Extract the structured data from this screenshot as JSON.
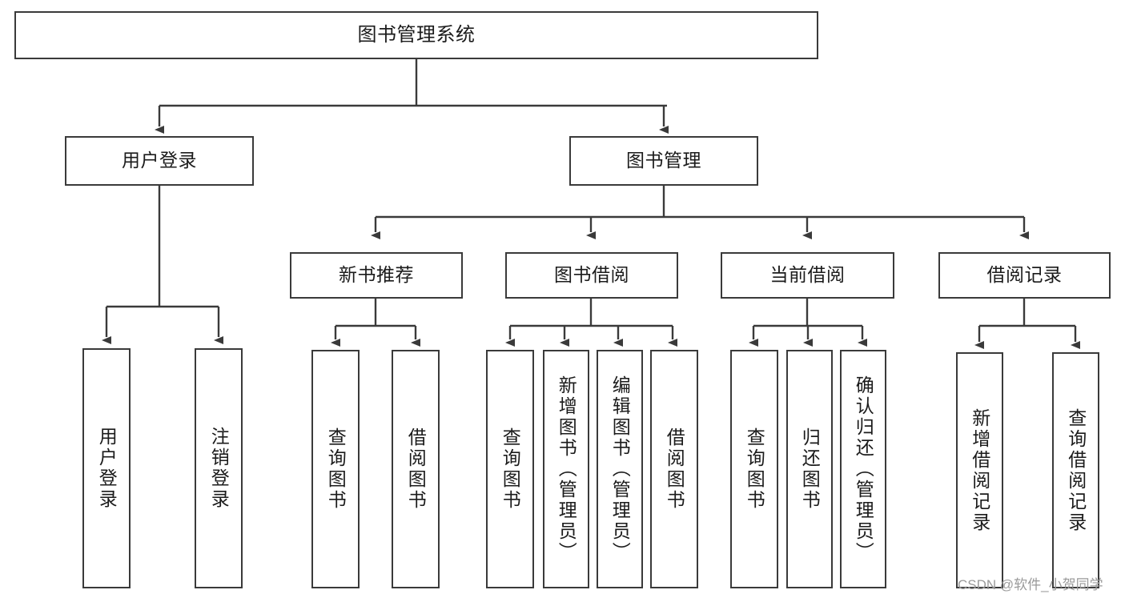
{
  "diagram": {
    "title": "图书管理系统",
    "type": "tree",
    "background_color": "#ffffff",
    "line_color": "#3a3a3a",
    "text_color": "#1b1b1b"
  },
  "nodes": {
    "root": {
      "label": "图书管理系统"
    },
    "level2": [
      {
        "id": "user-login",
        "label": "用户登录"
      },
      {
        "id": "book-manage",
        "label": "图书管理"
      }
    ],
    "level3": [
      {
        "id": "new-book-recommend",
        "label": "新书推荐"
      },
      {
        "id": "book-borrow",
        "label": "图书借阅"
      },
      {
        "id": "current-borrow",
        "label": "当前借阅"
      },
      {
        "id": "borrow-record",
        "label": "借阅记录"
      }
    ],
    "leaves": {
      "user_login": [
        {
          "id": "leaf-user-login",
          "label": "用户登录"
        },
        {
          "id": "leaf-logout-login",
          "label": "注销登录"
        }
      ],
      "new_book_recommend": [
        {
          "id": "leaf-query-book-1",
          "label": "查询图书"
        },
        {
          "id": "leaf-borrow-book-1",
          "label": "借阅图书"
        }
      ],
      "book_borrow": [
        {
          "id": "leaf-query-book-2",
          "label": "查询图书"
        },
        {
          "id": "leaf-add-book",
          "label": "新增图书（管理员）"
        },
        {
          "id": "leaf-edit-book",
          "label": "编辑图书（管理员）"
        },
        {
          "id": "leaf-borrow-book-2",
          "label": "借阅图书"
        }
      ],
      "current_borrow": [
        {
          "id": "leaf-query-book-3",
          "label": "查询图书"
        },
        {
          "id": "leaf-return-book",
          "label": "归还图书"
        },
        {
          "id": "leaf-confirm-return",
          "label": "确认归还（管理员）"
        }
      ],
      "borrow_record": [
        {
          "id": "leaf-add-record",
          "label": "新增借阅记录"
        },
        {
          "id": "leaf-query-record",
          "label": "查询借阅记录"
        }
      ]
    }
  },
  "watermark": {
    "text": "CSDN @软件_小贺同学"
  }
}
